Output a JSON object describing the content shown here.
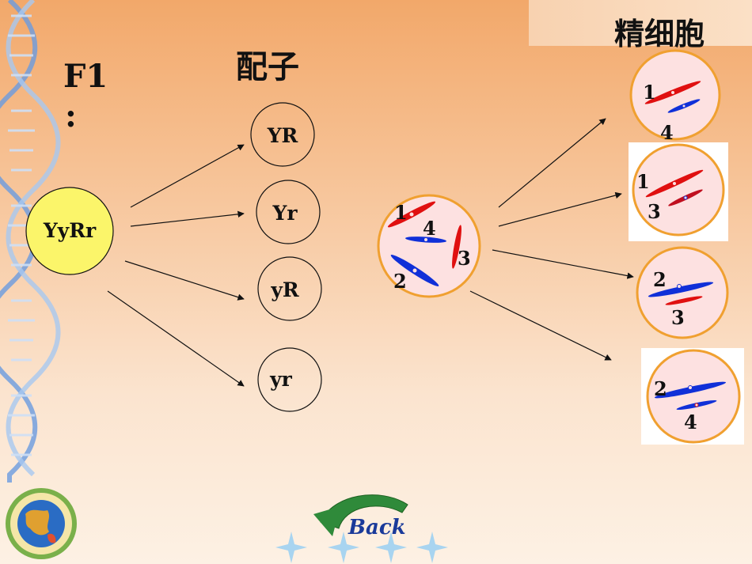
{
  "slide": {
    "f1_label": "F1",
    "f1_colon": ":",
    "gametes_label": "配子",
    "sperm_label": "精细胞",
    "parent_genotype": "YyRr",
    "gametes": [
      "YR",
      "Yr",
      "yR",
      "yr"
    ],
    "mother_cell_numbers": [
      "1",
      "4",
      "3",
      "2"
    ],
    "sperm_cells": [
      {
        "top": "1",
        "bottom": "4"
      },
      {
        "top": "1",
        "bottom": "3"
      },
      {
        "top": "2",
        "bottom": "3"
      },
      {
        "top": "2",
        "bottom": "4"
      }
    ],
    "back_label": "Back"
  },
  "colors": {
    "parent_fill": "#fbf56a",
    "cell_fill": "#fde1e1",
    "cell_border": "#f0a030",
    "chromosome_red": "#e01010",
    "chromosome_blue": "#1030d8",
    "dna_blue": "#5a8fd6"
  },
  "icons": [
    "dna-helix-icon",
    "globe-emblem-icon",
    "back-arrow-icon",
    "sparkle-icon"
  ]
}
